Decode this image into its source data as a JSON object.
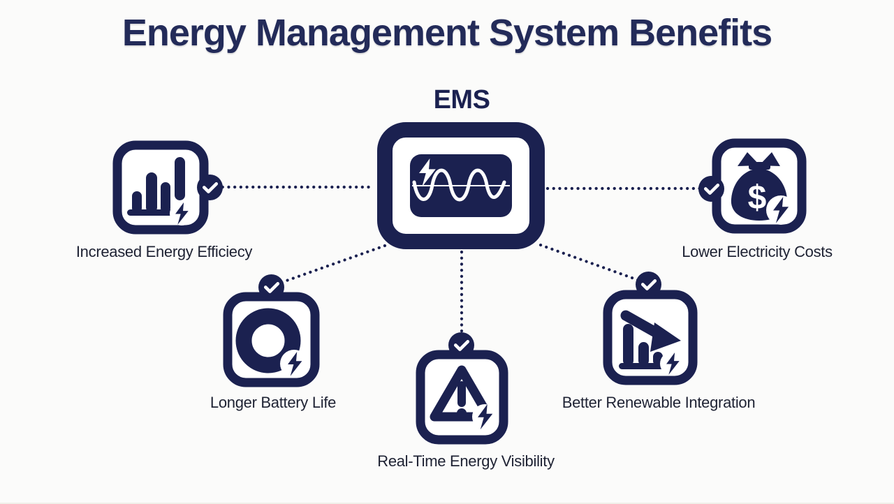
{
  "title": "Energy Management System Benefits",
  "center": {
    "label": "EMS",
    "icon": "monitor-sine-wave-bolt-icon"
  },
  "nodes": {
    "efficiency": {
      "label": "Increased Energy Efficiecy",
      "icon": "bar-chart-bolt-icon",
      "badge_icon": "check-badge-icon",
      "badge_side": "right"
    },
    "costs": {
      "label": "Lower Electricity Costs",
      "icon": "money-bag-dollar-bolt-icon",
      "badge_icon": "check-badge-icon",
      "badge_side": "left"
    },
    "battery": {
      "label": "Longer Battery Life",
      "icon": "battery-ring-bolt-icon",
      "badge_icon": "check-badge-icon",
      "badge_side": "top"
    },
    "visibility": {
      "label": "Real-Time Energy Visibility",
      "icon": "warning-triangle-bolt-icon",
      "badge_icon": "check-badge-icon",
      "badge_side": "top"
    },
    "renewable": {
      "label": "Better Renewable Integration",
      "icon": "declining-chart-arrow-bolt-icon",
      "badge_icon": "check-badge-icon",
      "badge_side": "top"
    }
  },
  "connectors": {
    "style": "dotted",
    "count": 5
  },
  "colors": {
    "accent_navy": "#1b2150",
    "background": "#fbfbfa",
    "title_text": "#232b59",
    "label_text": "#1e2233",
    "icon_inner": "#ffffff"
  }
}
